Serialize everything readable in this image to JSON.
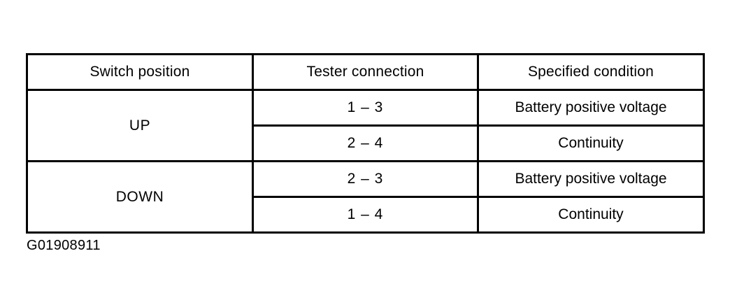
{
  "document": {
    "background_color": "#ffffff",
    "text_color": "#000000"
  },
  "table": {
    "headers": {
      "switch_position": "Switch position",
      "tester_connection": "Tester connection",
      "specified_condition": "Specified  condition"
    },
    "rows": [
      {
        "switch_position": "UP",
        "measurements": [
          {
            "tester_connection": "1 – 3",
            "specified_condition": "Battery positive voltage"
          },
          {
            "tester_connection": "2 – 4",
            "specified_condition": "Continuity"
          }
        ]
      },
      {
        "switch_position": "DOWN",
        "measurements": [
          {
            "tester_connection": "2 – 3",
            "specified_condition": "Battery positive voltage"
          },
          {
            "tester_connection": "1 – 4",
            "specified_condition": "Continuity"
          }
        ]
      }
    ]
  },
  "caption": {
    "figure_id": "G01908911"
  }
}
